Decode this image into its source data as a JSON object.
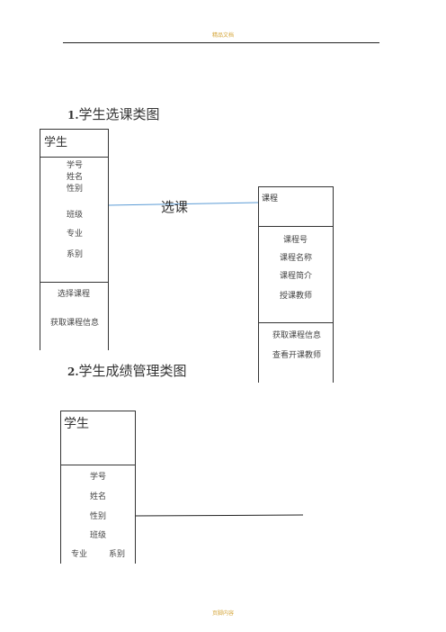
{
  "header": {
    "text": "精品文档"
  },
  "footer": {
    "text": "页脚内容"
  },
  "section1": {
    "title_num": "1.",
    "title_text": "学生选课类图",
    "student": {
      "name": "学生",
      "attributes": [
        "学号",
        "姓名",
        "性别",
        "班级",
        "专业",
        "系别"
      ],
      "operations": [
        "选择课程",
        "获取课程信息"
      ]
    },
    "course": {
      "name": "课程",
      "attributes": [
        "课程号",
        "课程名称",
        "课程简介",
        "授课教师"
      ],
      "operations": [
        "获取课程信息",
        "查看开课教师"
      ]
    },
    "association": {
      "label": "选课",
      "color": "#5b9bd5"
    }
  },
  "section2": {
    "title_num": "2.",
    "title_text": "学生成绩管理类图",
    "student": {
      "name": "学生",
      "attributes": [
        "学号",
        "姓名",
        "性别",
        "班级"
      ],
      "attr_major": "专业",
      "attr_dept": "系别"
    }
  }
}
